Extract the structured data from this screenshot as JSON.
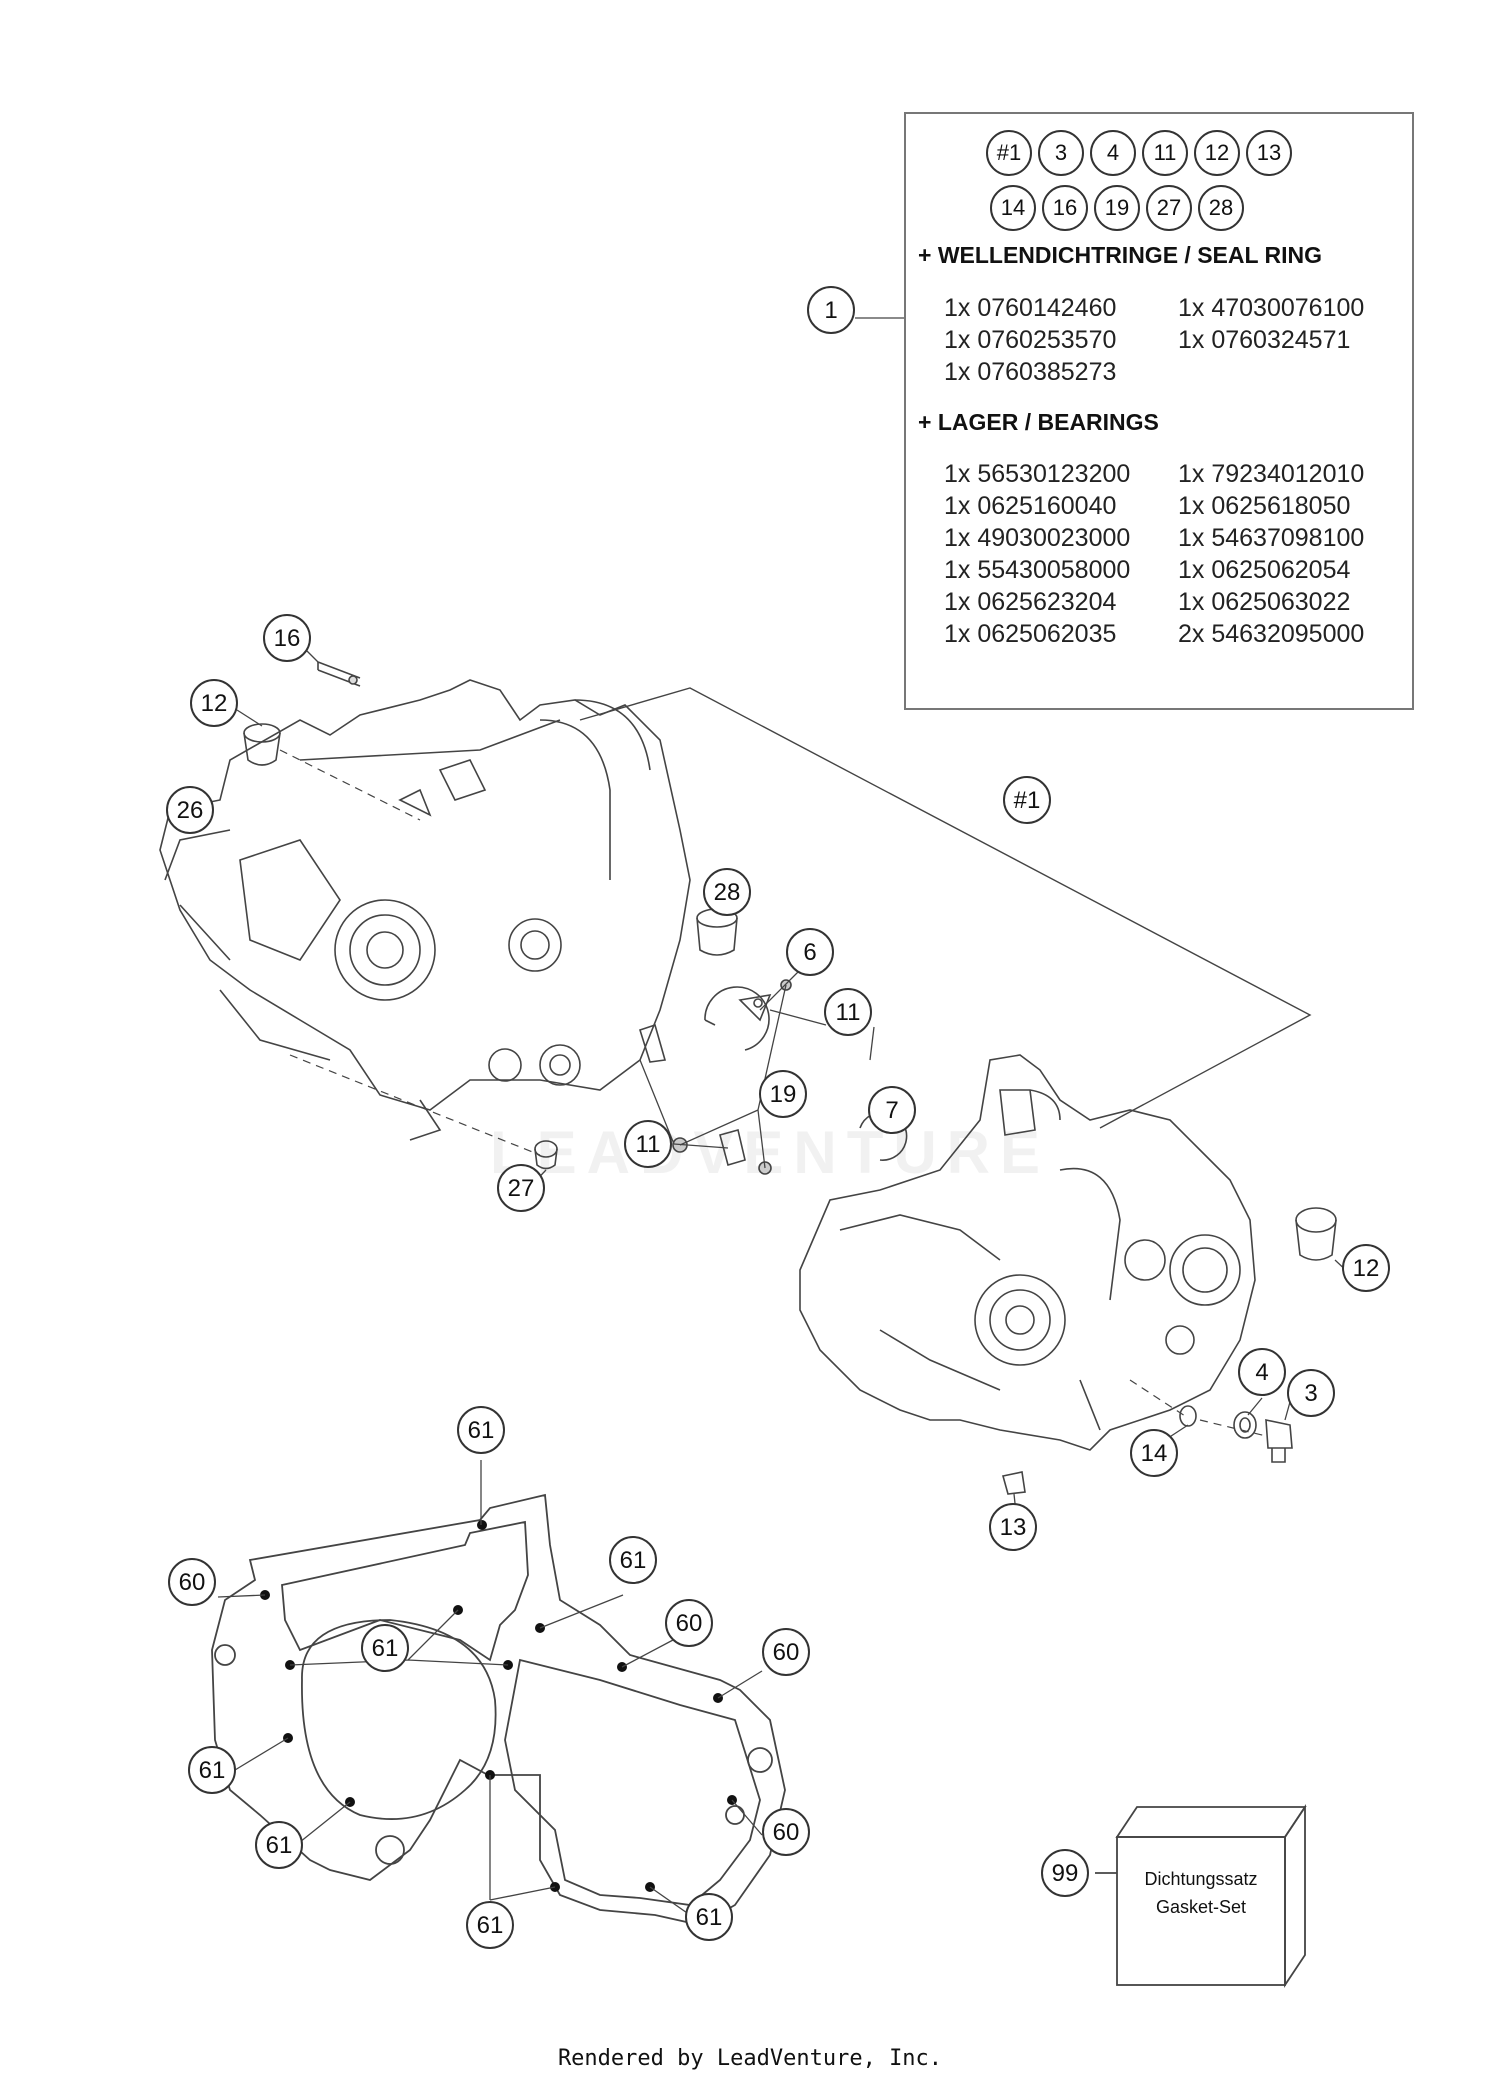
{
  "infobox": {
    "chips_row1": [
      "#1",
      "3",
      "4",
      "11",
      "12",
      "13"
    ],
    "chips_row2": [
      "14",
      "16",
      "19",
      "27",
      "28"
    ],
    "seal_title": "+ WELLENDICHTRINGE / SEAL RING",
    "seal_parts": [
      "1x 0760142460",
      "1x 47030076100",
      "1x 0760253570",
      "1x 0760324571",
      "1x 0760385273"
    ],
    "bearing_title": "+ LAGER / BEARINGS",
    "bearing_parts": [
      "1x 56530123200",
      "1x 79234012010",
      "1x 0625160040",
      "1x 0625618050",
      "1x 49030023000",
      "1x 54637098100",
      "1x 55430058000",
      "1x 0625062054",
      "1x 0625623204",
      "1x 0625063022",
      "1x 0625062035",
      "2x 54632095000"
    ]
  },
  "callouts": {
    "c1": "1",
    "c16": "16",
    "c12a": "12",
    "c26": "26",
    "c28": "28",
    "c6": "6",
    "c11a": "11",
    "c7": "7",
    "c19": "19",
    "c11b": "11",
    "c27": "27",
    "c1b": "#1",
    "c12b": "12",
    "c4": "4",
    "c3": "3",
    "c14": "14",
    "c13": "13",
    "g61a": "61",
    "g60a": "60",
    "g61b": "61",
    "g61c": "61",
    "g60b": "60",
    "g60c": "60",
    "g61d": "61",
    "g61e": "61",
    "g61f": "61",
    "g60d": "60",
    "g61g": "61",
    "c99": "99"
  },
  "gasket_set": {
    "line1": "Dichtungssatz",
    "line2": "Gasket-Set"
  },
  "watermark": "LEADVENTURE",
  "footer": "Rendered by LeadVenture, Inc."
}
